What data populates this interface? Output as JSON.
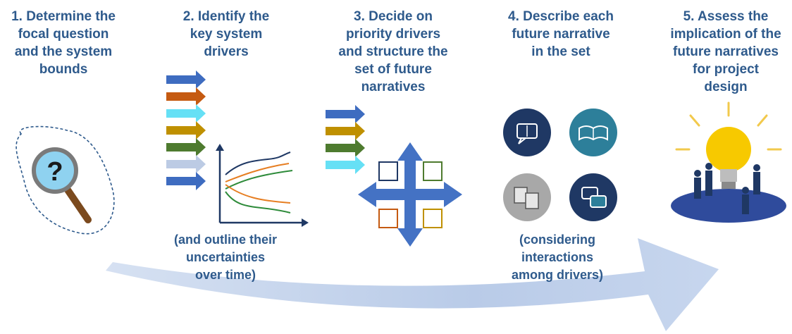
{
  "steps": [
    {
      "title": "1. Determine the\nfocal question\nand the system\nbounds",
      "icon": "magnifier-question-icon"
    },
    {
      "title": "2. Identify the\nkey system\ndrivers",
      "icon": "driver-arrows-icon"
    },
    {
      "title": "3. Decide on\npriority drivers\nand structure the\nset of future\nnarratives",
      "icon": "four-quadrant-icon"
    },
    {
      "title": "4. Describe each\nfuture narrative\nin the set",
      "icon": "narrative-icons"
    },
    {
      "title": "5. Assess the\nimplication of the\nfuture narratives\nfor project\ndesign",
      "icon": "lightbulb-team-icon"
    }
  ],
  "notes": {
    "step2": "(and outline their\nuncertainties\nover time)",
    "step4": "(considering\ninteractions\namong drivers)"
  },
  "colors": {
    "title_text": "#2e5a8c",
    "big_arrow": "#b6c9e7",
    "driver_arrows": [
      "#3e6cc0",
      "#c55a11",
      "#66e0f5",
      "#bf9000",
      "#4e7b2f",
      "#bccbe4",
      "#3e6cc0"
    ],
    "quadrant_cross": "#4472c4",
    "circle_dark": "#1f3864",
    "circle_teal": "#2d7f9a",
    "circle_grey": "#a8a8a8"
  }
}
